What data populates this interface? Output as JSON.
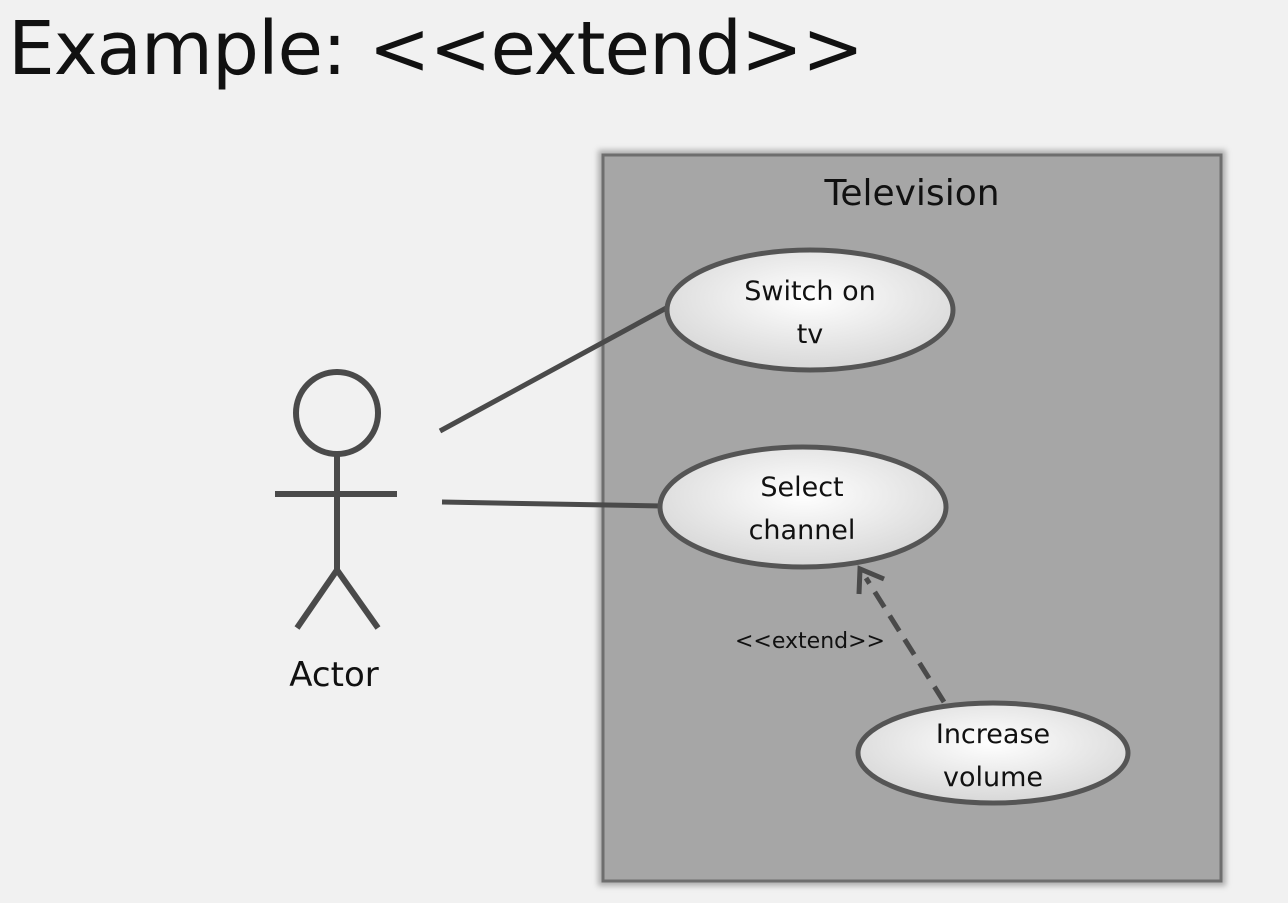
{
  "title": "Example: <<extend>>",
  "diagram": {
    "system": {
      "label": "Television"
    },
    "actor": {
      "label": "Actor"
    },
    "use_cases": [
      {
        "id": "switch-on-tv",
        "lines": [
          "Switch on",
          "tv"
        ]
      },
      {
        "id": "select-channel",
        "lines": [
          "Select",
          "channel"
        ]
      },
      {
        "id": "increase-volume",
        "lines": [
          "Increase",
          "volume"
        ]
      }
    ],
    "relationships": [
      {
        "type": "association",
        "from": "actor",
        "to": "switch-on-tv"
      },
      {
        "type": "association",
        "from": "actor",
        "to": "select-channel"
      },
      {
        "type": "extend",
        "from": "increase-volume",
        "to": "select-channel",
        "label": "<<extend>>"
      }
    ]
  }
}
